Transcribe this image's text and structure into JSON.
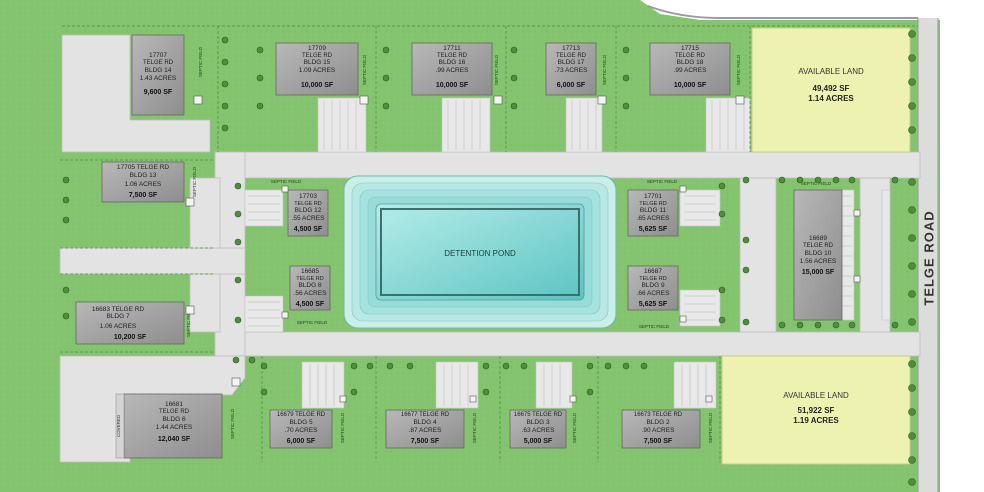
{
  "road": {
    "label": "TELGE ROAD"
  },
  "pond": {
    "label": "DETENTION POND"
  },
  "septic_label": "SEPTIC FIELD",
  "covered_label": "COVERED",
  "buildings": [
    {
      "id": "bldg-14",
      "addr": "17707",
      "street": "TELGE RD",
      "bldg": "BLDG 14",
      "acres": "1.43 ACRES",
      "sf": "9,600 SF"
    },
    {
      "id": "bldg-15",
      "addr": "17709",
      "street": "TELGE RD",
      "bldg": "BLDG 15",
      "acres": "1.09 ACRES",
      "sf": "10,000 SF"
    },
    {
      "id": "bldg-16",
      "addr": "17711",
      "street": "TELGE RD",
      "bldg": "BLDG 16",
      "acres": ".99 ACRES",
      "sf": "10,000 SF"
    },
    {
      "id": "bldg-17",
      "addr": "17713",
      "street": "TELGE RD",
      "bldg": "BLDG 17",
      "acres": ".73 ACRES",
      "sf": "6,000 SF"
    },
    {
      "id": "bldg-18",
      "addr": "17715",
      "street": "TELGE RD",
      "bldg": "BLDG 18",
      "acres": ".99 ACRES",
      "sf": "10,000 SF"
    },
    {
      "id": "bldg-13",
      "addr": "17705 TELGE RD",
      "street": "",
      "bldg": "BLDG 13",
      "acres": "1.06 ACRES",
      "sf": "7,500 SF"
    },
    {
      "id": "bldg-12",
      "addr": "17703",
      "street": "TELGE RD",
      "bldg": "BLDG 12",
      "acres": ".55 ACRES",
      "sf": "4,500 SF"
    },
    {
      "id": "bldg-11",
      "addr": "17701",
      "street": "TELGE RD",
      "bldg": "BLDG 11",
      "acres": ".65 ACRES",
      "sf": "5,625 SF"
    },
    {
      "id": "bldg-10",
      "addr": "16689",
      "street": "TELGE RD",
      "bldg": "BLDG 10",
      "acres": "1.56 ACRES",
      "sf": "15,000 SF"
    },
    {
      "id": "bldg-8",
      "addr": "16685",
      "street": "TELGE RD",
      "bldg": "BLDG 8",
      "acres": ".56 ACRES",
      "sf": "4,500 SF"
    },
    {
      "id": "bldg-9",
      "addr": "16687",
      "street": "TELGE RD",
      "bldg": "BLDG 9",
      "acres": ".66 ACRES",
      "sf": "5,625 SF"
    },
    {
      "id": "bldg-7",
      "addr": "16683 TELGE RD",
      "street": "",
      "bldg": "BLDG 7",
      "acres": "1.06 ACRES",
      "sf": "10,200 SF"
    },
    {
      "id": "bldg-6",
      "addr": "16681",
      "street": "TELGE RD",
      "bldg": "BLDG 6",
      "acres": "1.44 ACRES",
      "sf": "12,040 SF"
    },
    {
      "id": "bldg-5",
      "addr": "16679 TELGE RD",
      "street": "",
      "bldg": "BLDG 5",
      "acres": ".70 ACRES",
      "sf": "6,000 SF"
    },
    {
      "id": "bldg-4",
      "addr": "16677 TELGE RD",
      "street": "",
      "bldg": "BLDG 4",
      "acres": ".87 ACRES",
      "sf": "7,500 SF"
    },
    {
      "id": "bldg-3",
      "addr": "16675 TELGE RD",
      "street": "",
      "bldg": "BLDG 3",
      "acres": ".63 ACRES",
      "sf": "5,000 SF"
    },
    {
      "id": "bldg-2",
      "addr": "16673 TELGE RD",
      "street": "",
      "bldg": "BLDG 2",
      "acres": ".90 ACRES",
      "sf": "7,500 SF"
    }
  ],
  "available_land": [
    {
      "id": "land-north",
      "title": "AVAILABLE LAND",
      "sf": "49,492 SF",
      "acres": "1.14 ACRES"
    },
    {
      "id": "land-south",
      "title": "AVAILABLE LAND",
      "sf": "51,922 SF",
      "acres": "1.19 ACRES"
    }
  ],
  "colors": {
    "grass": "#7fc06a",
    "grass_dark": "#5f9f4c",
    "pavement": "#e4e4e4",
    "building": "#a4a4a4",
    "available_land": "#eef2b0",
    "pond_water": "#8fdcd8",
    "pond_deep": "#5cc4c2",
    "tree": "#4f8f3c"
  }
}
